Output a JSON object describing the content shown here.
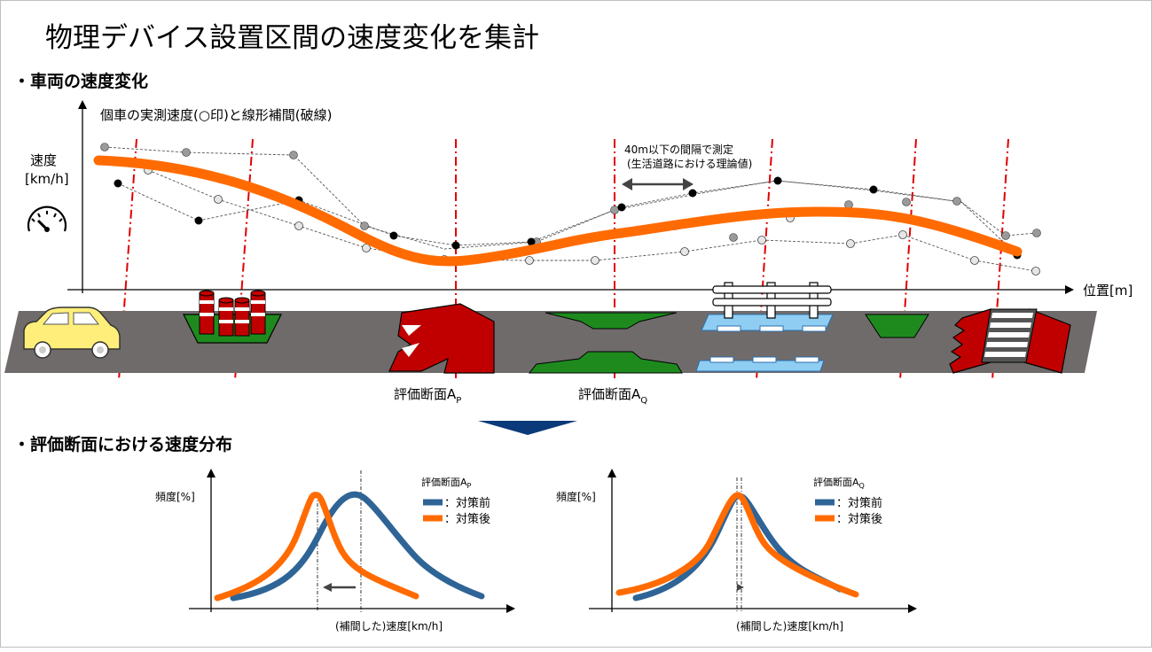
{
  "title": "物理デバイス設置区間の速度変化を集計",
  "section1": "・車両の速度変化",
  "section2": "・評価断面における速度分布",
  "top_chart": {
    "annotation": "個車の実測速度(○印)と線形補間(破線)",
    "ylabel_line1": "速度",
    "ylabel_line2": "[km/h]",
    "xlabel": "位置[m]",
    "measure_line1": "40m以下の間隔で測定",
    "measure_line2": "(生活道路における理論値)"
  },
  "sections": {
    "p_main": "評価断面A",
    "p_sub": "P",
    "q_main": "評価断面A",
    "q_sub": "Q"
  },
  "dist_left": {
    "ylabel": "頻度[%]",
    "xlabel": "(補間した)速度[km/h]",
    "legend_title_main": "評価断面A",
    "legend_title_sub": "P",
    "legend_before": "：対策前",
    "legend_after": "：対策後"
  },
  "dist_right": {
    "ylabel": "頻度[%]",
    "xlabel": "(補間した)速度[km/h]",
    "legend_title_main": "評価断面A",
    "legend_title_sub": "Q",
    "legend_before": "：対策前",
    "legend_after": "：対策後"
  },
  "colors": {
    "orange": "#ff6b00",
    "blue": "#2f6496",
    "red_dash": "#e00000",
    "road": "#706b6b",
    "device_red": "#c00000",
    "device_green": "#1e8a1e",
    "device_blue": "#8fcdf2",
    "car": "#ffef7a",
    "arrow_navy": "#0b3a7a"
  },
  "icons": {
    "speedometer": "speedometer-icon",
    "car": "car-icon",
    "bollards": "bollard-icon",
    "hump": "hump-icon",
    "chicane": "chicane-icon",
    "narrowing": "narrowing-icon",
    "fence": "guard-fence-icon",
    "crosswalk": "raised-crosswalk-icon"
  }
}
